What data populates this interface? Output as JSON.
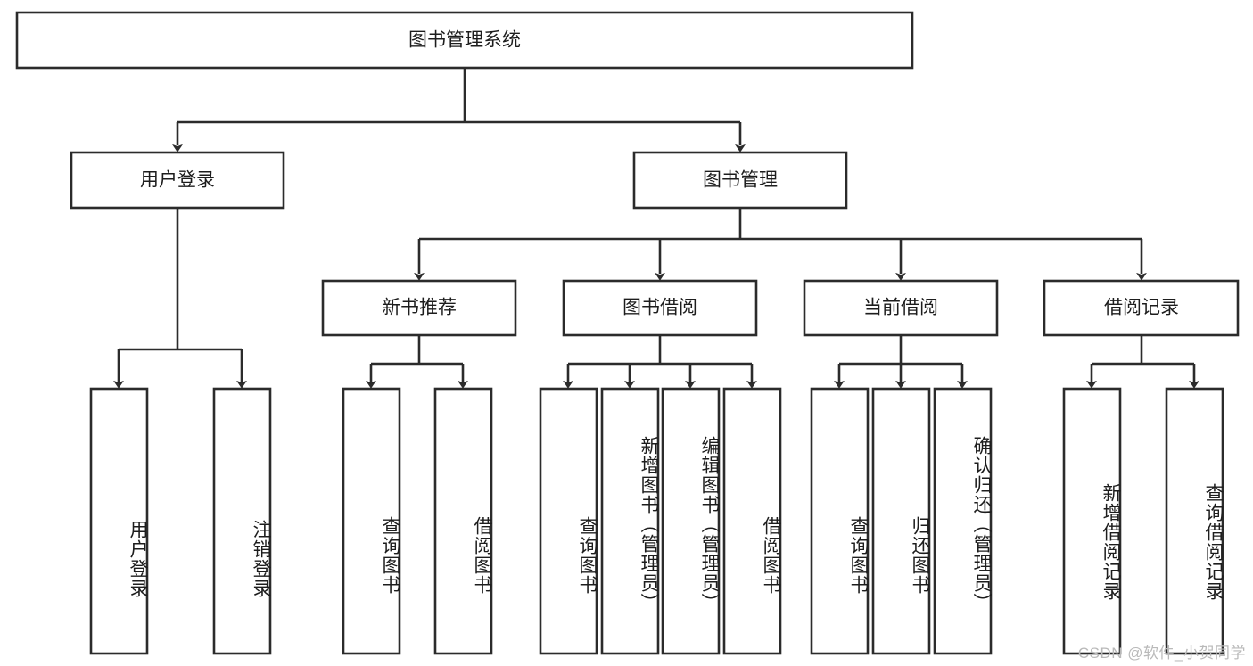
{
  "diagram": {
    "type": "tree",
    "title": "图书管理系统",
    "orientation": "top-down",
    "background_color": "#ffffff",
    "line_color": "#2b2b2b",
    "text_color": "#1d1d1d",
    "levels": {
      "root": {
        "label": "图书管理系统"
      },
      "level2": [
        {
          "label": "用户登录"
        },
        {
          "label": "图书管理"
        }
      ],
      "level3": [
        {
          "label": "新书推荐"
        },
        {
          "label": "图书借阅"
        },
        {
          "label": "当前借阅"
        },
        {
          "label": "借阅记录"
        }
      ],
      "leaves": [
        {
          "label": "用户登录",
          "parent": "用户登录"
        },
        {
          "label": "注销登录",
          "parent": "用户登录"
        },
        {
          "label": "查询图书",
          "parent": "新书推荐"
        },
        {
          "label": "借阅图书",
          "parent": "新书推荐"
        },
        {
          "label": "查询图书",
          "parent": "图书借阅"
        },
        {
          "label": "新增图书（管理员）",
          "parent": "图书借阅"
        },
        {
          "label": "编辑图书（管理员）",
          "parent": "图书借阅"
        },
        {
          "label": "借阅图书",
          "parent": "图书借阅"
        },
        {
          "label": "查询图书",
          "parent": "当前借阅"
        },
        {
          "label": "归还图书",
          "parent": "当前借阅"
        },
        {
          "label": "确认归还（管理员）",
          "parent": "当前借阅"
        },
        {
          "label": "新增借阅记录",
          "parent": "借阅记录"
        },
        {
          "label": "查询借阅记录",
          "parent": "借阅记录"
        }
      ]
    }
  },
  "watermark": {
    "text": "CSDN @软件_小贺同学"
  }
}
